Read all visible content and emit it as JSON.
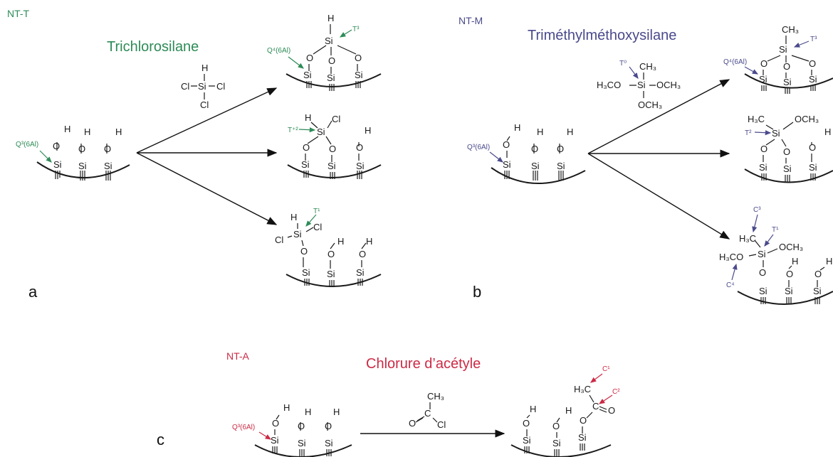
{
  "panels": {
    "a": {
      "code": "NT-T",
      "reagent_name": "Trichlorosilane",
      "panel_letter": "a",
      "code_color": "#2e8b57",
      "name_color": "#2e8b57",
      "reagent_formula": {
        "top": "H",
        "left": "Cl",
        "center": "Si",
        "right": "Cl",
        "bottom": "Cl"
      },
      "annotations": {
        "start": "Q³(6Al)",
        "p1_q4": "Q⁴(6Al)",
        "p1_t3": "T³",
        "p2_t2": "T⁺²",
        "p3_t1": "T¹"
      }
    },
    "b": {
      "code": "NT-M",
      "reagent_name": "Triméthylméthoxysilane",
      "panel_letter": "b",
      "code_color": "#3c3c78",
      "name_color": "#4a4a8c",
      "reagent_formula": {
        "t0": "T⁰",
        "ch3_top": "CH₃",
        "h3co_left": "H₃CO",
        "center": "Si",
        "och3_right": "OCH₃",
        "och3_bottom": "OCH₃"
      },
      "annotations": {
        "start": "Q³(6Al)",
        "p1_q4": "Q⁴(6Al)",
        "p1_t3": "T³",
        "p2_t2": "T²",
        "p3_c3": "C³",
        "p3_t1": "T¹",
        "p3_c4": "C⁴"
      }
    },
    "c": {
      "code": "NT-A",
      "reagent_name": "Chlorure d’acétyle",
      "panel_letter": "c",
      "code_color": "#cc2a45",
      "name_color": "#cc2a45",
      "reagent_formula": {
        "ch3": "CH₃",
        "c": "C",
        "o": "O",
        "cl": "Cl"
      },
      "annotations": {
        "start": "Q³(6Al)",
        "c1": "C¹",
        "c2": "C²"
      }
    }
  },
  "atoms": {
    "si": "Si",
    "o": "O",
    "h": "H",
    "cl": "Cl",
    "c": "C",
    "ch3": "CH₃",
    "h3c": "H₃C",
    "och3": "OCH₃",
    "h3co": "H₃CO"
  }
}
